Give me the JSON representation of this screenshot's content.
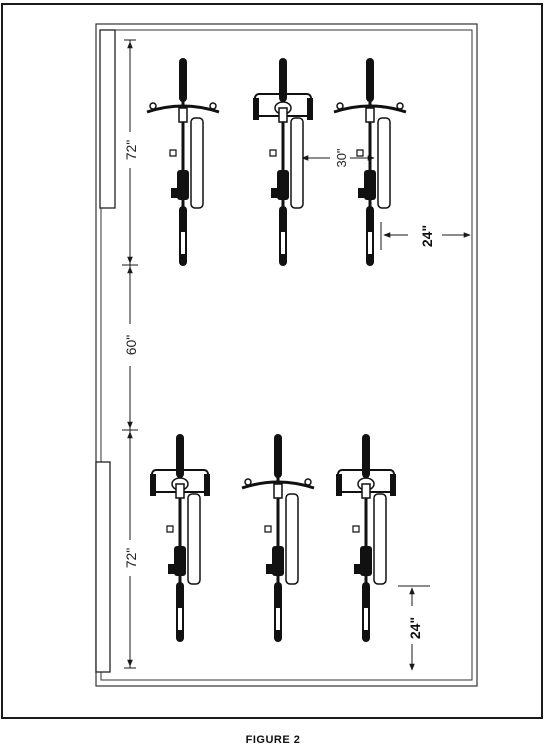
{
  "caption": "FIGURE 2",
  "dimensions": {
    "upper_rack_length": "72\"",
    "lower_rack_length": "72\"",
    "aisle_width": "60\"",
    "bike_spacing": "30\"",
    "upper_end_clearance": "24\"",
    "lower_end_clearance": "24\""
  },
  "colors": {
    "line": "#1a1a1a",
    "bike": "#111111",
    "background": "#ffffff"
  }
}
